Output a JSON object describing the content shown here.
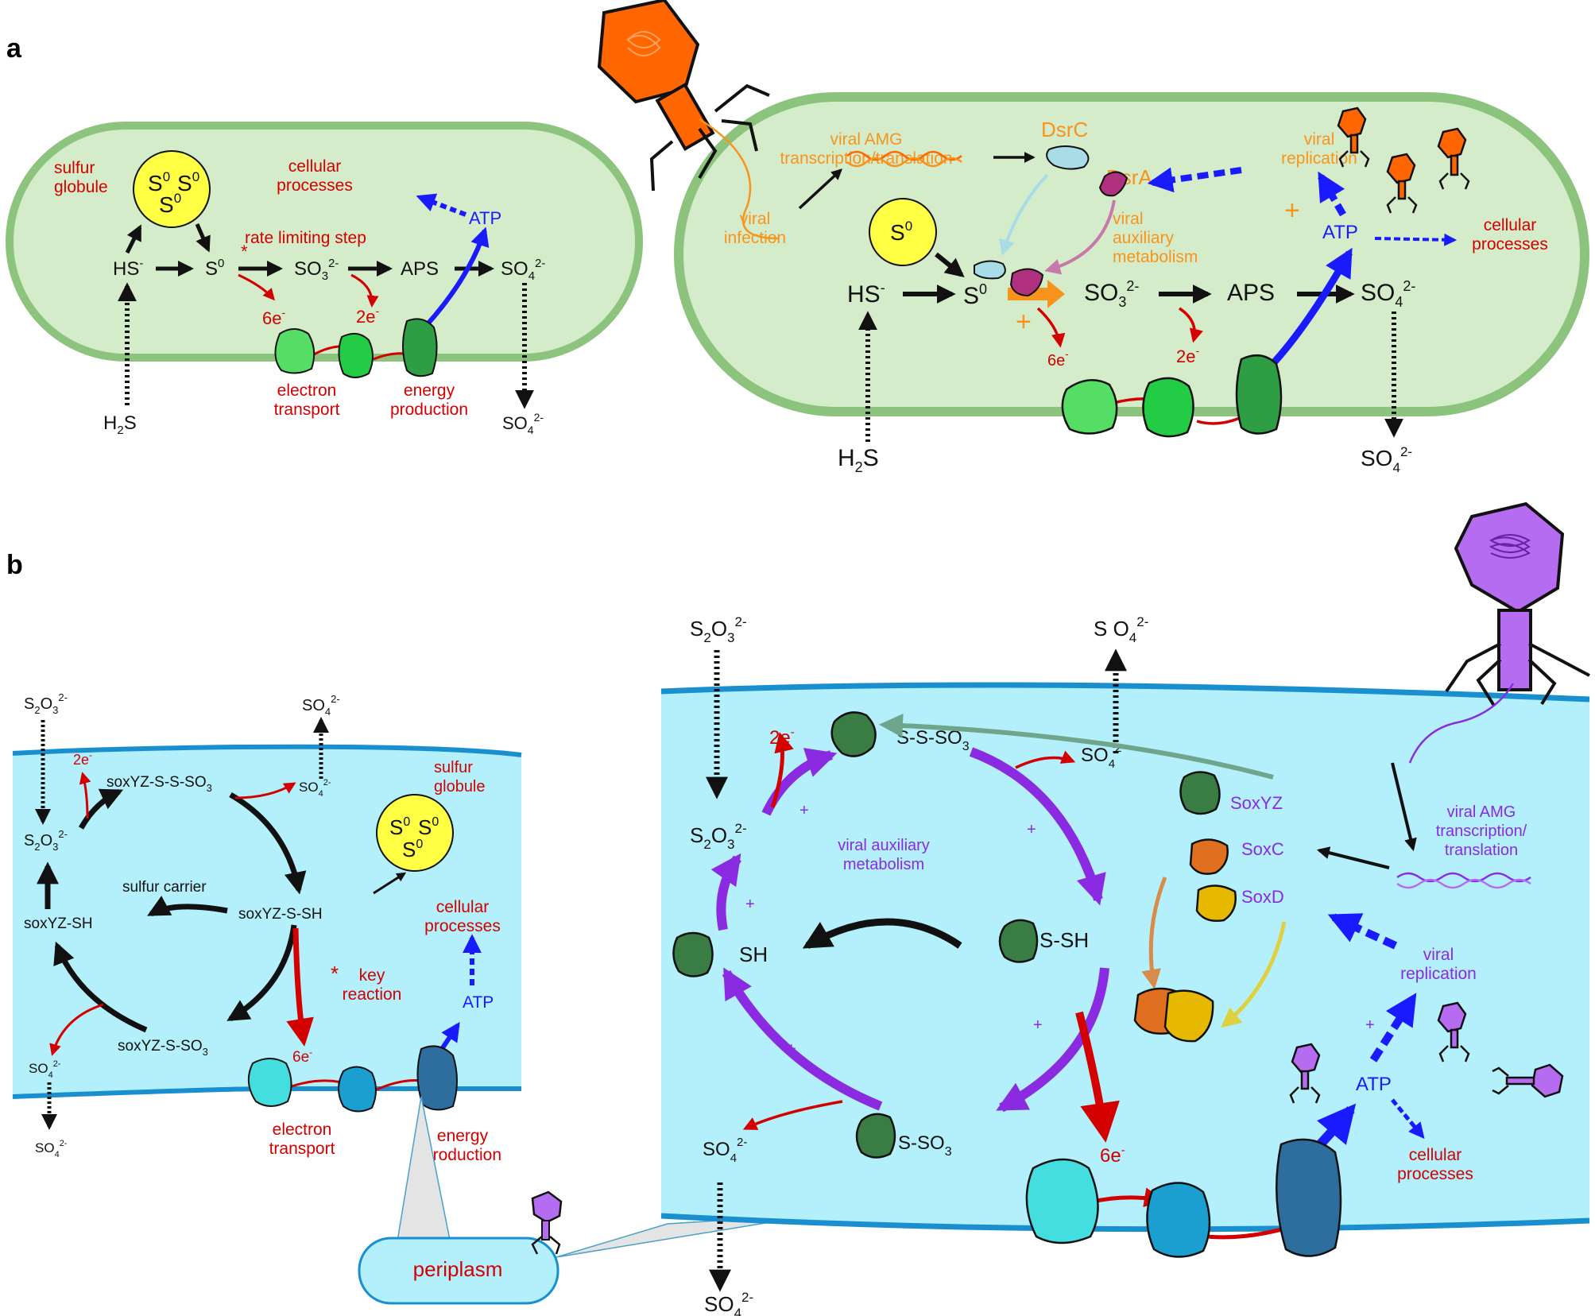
{
  "panels": {
    "a": "a",
    "b": "b"
  },
  "a_left": {
    "sulfur_globule": [
      "sulfur",
      "globule"
    ],
    "globule_s": "S",
    "globule_sup": "0",
    "cellular_processes": [
      "cellular",
      "processes"
    ],
    "atp": "ATP",
    "rate_limiting": "rate limiting step",
    "asterisk": "*",
    "hs": "HS",
    "hs_sup": "-",
    "s0": "S",
    "s0_sup": "0",
    "so3": "SO",
    "so3_sub": "3",
    "so3_sup": "2-",
    "aps": "APS",
    "so4": "SO",
    "so4_sub": "4",
    "so4_sup": "2-",
    "e6": "6e",
    "e6_sup": "-",
    "e2": "2e",
    "e2_sup": "-",
    "electron_transport": [
      "electron",
      "transport"
    ],
    "energy_production": [
      "energy",
      "production"
    ],
    "h2s": "H",
    "h2s_sub": "2",
    "h2s_end": "S",
    "so4_out": "SO",
    "so4_out_sub": "4",
    "so4_out_sup": "2-"
  },
  "a_right": {
    "viral_amg": [
      "viral AMG",
      "transcription/translation"
    ],
    "dsrc": "DsrC",
    "dsra": "DsrA",
    "viral_replication": [
      "viral",
      "replication"
    ],
    "viral_infection": [
      "viral",
      "infection"
    ],
    "viral_aux": [
      "viral",
      "auxiliary",
      "metabolism"
    ],
    "s0": "S",
    "s0_sup": "0",
    "atp": "ATP",
    "plus": "+",
    "cellular_processes": [
      "cellular",
      "processes"
    ],
    "hs": "HS",
    "hs_sup": "-",
    "so3": "SO",
    "so3_sub": "3",
    "so3_sup": "2-",
    "aps": "APS",
    "so4": "SO",
    "so4_sub": "4",
    "so4_sup": "2-",
    "e6": "6e",
    "e6_sup": "-",
    "e2": "2e",
    "e2_sup": "-",
    "h2s": "H",
    "h2s_sub": "2",
    "h2s_end": "S"
  },
  "b_left": {
    "s2o3_top": [
      "S",
      "2",
      "O",
      "3",
      "2-"
    ],
    "so4_top": [
      "SO",
      "4",
      "2-"
    ],
    "e2": "2e",
    "e2_sup": "-",
    "soxyz_sss": "soxYZ-S-S-SO",
    "soxyz_sss_sub": "3",
    "so4_mid": [
      "SO",
      "4",
      "2-"
    ],
    "sulfur_globule": [
      "sulfur",
      "globule"
    ],
    "s2o3": [
      "S",
      "2",
      "O",
      "3",
      "2-"
    ],
    "sulfur_carrier": "sulfur carrier",
    "soxyz_ssh": "soxYZ-S-SH",
    "soxyz_sh": "soxYZ-SH",
    "cellular_processes": [
      "cellular",
      "processes"
    ],
    "key_reaction": [
      "key",
      "reaction"
    ],
    "asterisk": "*",
    "atp": "ATP",
    "soxyz_sso3": "soxYZ-S-SO",
    "soxyz_sso3_sub": "3",
    "so4_left": [
      "SO",
      "4",
      "2-"
    ],
    "e6": "6e",
    "e6_sup": "-",
    "so4_bottom": [
      "SO",
      "4",
      "2-"
    ],
    "electron_transport": [
      "electron",
      "transport"
    ],
    "energy_production": [
      "energy",
      "production"
    ],
    "periplasm": "periplasm"
  },
  "b_right": {
    "s2o3_top": [
      "S",
      "2",
      "O",
      "3",
      "2-"
    ],
    "so4_top": [
      "S O",
      "4",
      "2-"
    ],
    "e2": "2e",
    "e2_sup": "-",
    "sss": "S-S-SO",
    "sss_sub": "3",
    "so4_mid": [
      "SO",
      "4",
      "2-"
    ],
    "soxyz": "SoxYZ",
    "soxc": "SoxC",
    "soxd": "SoxD",
    "viral_amg": [
      "viral AMG",
      "transcription/",
      "translation"
    ],
    "s2o3": [
      "S",
      "2",
      "O",
      "3",
      "2-"
    ],
    "viral_aux": [
      "viral auxiliary",
      "metabolism"
    ],
    "sh": "SH",
    "ssh": "S-SH",
    "ss": "S-SO",
    "ss_sub": "3",
    "plus": "+",
    "viral_replication": [
      "viral",
      "replication"
    ],
    "atp": "ATP",
    "cellular_processes": [
      "cellular",
      "processes"
    ],
    "so4_left": [
      "SO",
      "4",
      "2-"
    ],
    "e6": "6e",
    "e6_sup": "-",
    "so4_bottom": [
      "SO",
      "4",
      "2-"
    ]
  },
  "colors": {
    "cell_green_fill": "#d5ecca",
    "cell_green_stroke": "#8cc47e",
    "cell_blue_fill": "#b3f0fb",
    "cell_blue_stroke": "#1a8fd0",
    "sulfur_yellow": "#ffff44",
    "phage_orange": "#ff6600",
    "phage_purple": "#b56cf0",
    "red": "#d40000",
    "blue": "#1a1aff",
    "purple": "#8a2be2",
    "orange_text": "#f7941d"
  }
}
